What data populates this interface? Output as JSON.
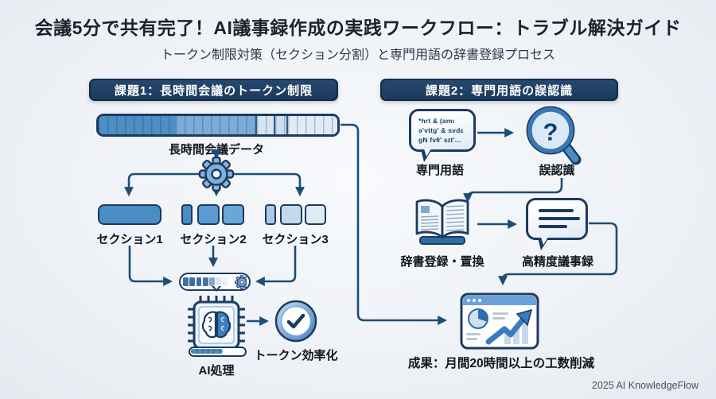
{
  "title": "会議5分で共有完了！AI議事録作成の実践ワークフロー：トラブル解決ガイド",
  "subtitle": "トークン制限対策（セクション分割）と専門用語の辞書登録プロセス",
  "footer": "2025 AI KnowledgeFlow",
  "colors": {
    "header_bg": "#1e3d61",
    "accent_blue": "#4a8cc4",
    "connector_line": "#1d4e75",
    "light_blue": "#d9e7f4"
  },
  "left": {
    "header": "課題1：長時間会議のトークン制限",
    "data_bar_label": "長時間会議データ",
    "sections": [
      {
        "label": "セクション1"
      },
      {
        "label": "セクション2"
      },
      {
        "label": "セクション3"
      }
    ],
    "ai_label": "AI処理",
    "result_label": "トークン効率化"
  },
  "right": {
    "header": "課題2：専門用語の誤認識",
    "jargon_lines": [
      "*hrt & (amı",
      "ə'vttg' & svdɛ",
      "gN fvθ' sɪt'..."
    ],
    "jargon_label": "専門用語",
    "misread_label": "誤認識",
    "dictionary_label": "辞書登録・置換",
    "minutes_label": "高精度議事録",
    "result_label": "成果：月間20時間以上の工数削減"
  }
}
